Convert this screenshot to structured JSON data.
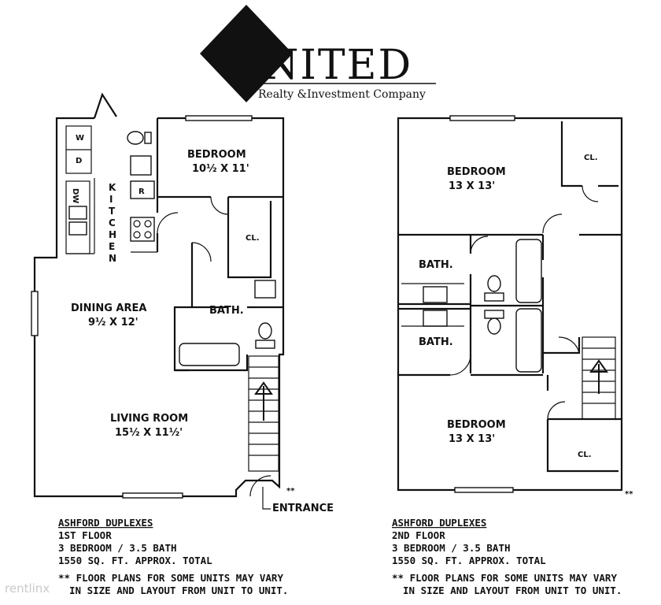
{
  "logo": {
    "brand": "UNITED",
    "tagline": "Realty &Investment Company"
  },
  "first_floor": {
    "rooms": {
      "bedroom": {
        "name": "BEDROOM",
        "size": "10½ X 11'"
      },
      "kitchen": "KITCHEN",
      "closet": "CL.",
      "dining": {
        "name": "DINING AREA",
        "size": "9½ X 12'"
      },
      "bath": "BATH.",
      "living": {
        "name": "LIVING ROOM",
        "size": "15½ X 11½'"
      }
    },
    "appliances": {
      "washer": "W",
      "dryer": "D",
      "dishwasher": "DW",
      "fridge": "R"
    },
    "entrance": "ENTRANCE",
    "caption": {
      "name": "ASHFORD DUPLEXES",
      "floor": "1ST FLOOR",
      "beds": "3 BEDROOM / 3.5 BATH",
      "area": "1550 SQ. FT. APPROX. TOTAL",
      "note1": "** FLOOR PLANS FOR SOME UNITS MAY VARY",
      "note2": "IN SIZE AND LAYOUT FROM UNIT TO UNIT."
    }
  },
  "second_floor": {
    "rooms": {
      "bedroom_top": {
        "name": "BEDROOM",
        "size": "13 X 13'"
      },
      "closet_top": "CL.",
      "bath1": "BATH.",
      "bath2": "BATH.",
      "bedroom_bottom": {
        "name": "BEDROOM",
        "size": "13 X 13'"
      },
      "closet_bottom": "CL."
    },
    "caption": {
      "name": "ASHFORD DUPLEXES",
      "floor": "2ND FLOOR",
      "beds": "3 BEDROOM / 3.5 BATH",
      "area": "1550 SQ. FT. APPROX. TOTAL",
      "note1": "** FLOOR PLANS FOR SOME UNITS MAY VARY",
      "note2": "IN SIZE AND LAYOUT FROM UNIT TO UNIT."
    }
  },
  "watermark": "rentlinx",
  "markers": "**"
}
